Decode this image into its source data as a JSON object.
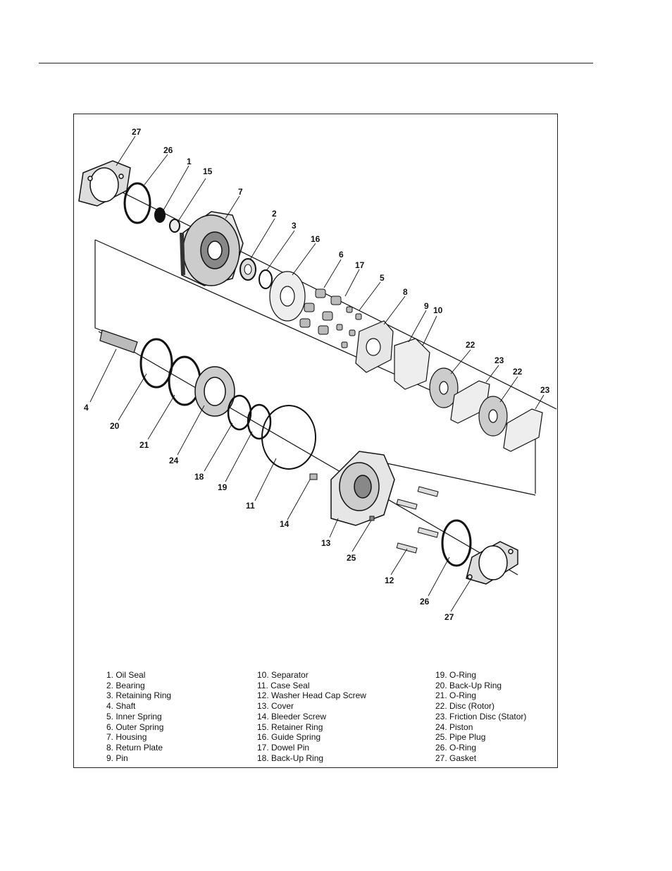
{
  "callouts": [
    {
      "id": "27",
      "text": "27"
    },
    {
      "id": "26",
      "text": "26"
    },
    {
      "id": "1",
      "text": "1"
    },
    {
      "id": "15",
      "text": "15"
    },
    {
      "id": "7",
      "text": "7"
    },
    {
      "id": "2",
      "text": "2"
    },
    {
      "id": "3",
      "text": "3"
    },
    {
      "id": "16",
      "text": "16"
    },
    {
      "id": "6",
      "text": "6"
    },
    {
      "id": "17",
      "text": "17"
    },
    {
      "id": "5",
      "text": "5"
    },
    {
      "id": "8",
      "text": "8"
    },
    {
      "id": "9",
      "text": "9"
    },
    {
      "id": "10",
      "text": "10"
    },
    {
      "id": "22a",
      "text": "22"
    },
    {
      "id": "23a",
      "text": "23"
    },
    {
      "id": "22b",
      "text": "22"
    },
    {
      "id": "23b",
      "text": "23"
    },
    {
      "id": "4",
      "text": "4"
    },
    {
      "id": "20",
      "text": "20"
    },
    {
      "id": "21",
      "text": "21"
    },
    {
      "id": "24",
      "text": "24"
    },
    {
      "id": "18",
      "text": "18"
    },
    {
      "id": "19",
      "text": "19"
    },
    {
      "id": "11",
      "text": "11"
    },
    {
      "id": "14",
      "text": "14"
    },
    {
      "id": "13",
      "text": "13"
    },
    {
      "id": "25",
      "text": "25"
    },
    {
      "id": "12",
      "text": "12"
    },
    {
      "id": "26b",
      "text": "26"
    },
    {
      "id": "27b",
      "text": "27"
    }
  ],
  "legend": {
    "col1": [
      "1. Oil Seal",
      "2. Bearing",
      "3. Retaining Ring",
      "4. Shaft",
      "5. Inner Spring",
      "6. Outer Spring",
      "7. Housing",
      "8. Return Plate",
      "9. Pin"
    ],
    "col2": [
      "10. Separator",
      "11. Case Seal",
      "12. Washer Head Cap Screw",
      "13. Cover",
      "14. Bleeder Screw",
      "15. Retainer Ring",
      "16. Guide Spring",
      "17. Dowel Pin",
      "18. Back-Up Ring"
    ],
    "col3": [
      "19. O-Ring",
      "20. Back-Up Ring",
      "21. O-Ring",
      "22. Disc (Rotor)",
      "23. Friction Disc (Stator)",
      "24. Piston",
      "25. Pipe Plug",
      "26. O-Ring",
      "27. Gasket"
    ]
  }
}
